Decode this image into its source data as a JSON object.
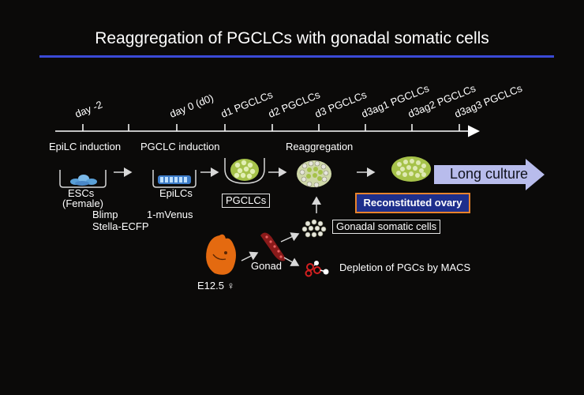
{
  "title": "Reaggregation of PGCLCs with gonadal somatic cells",
  "colors": {
    "rule": "#3a4ad6",
    "recon_box": "#1e2f8c",
    "recon_border": "#e8832c",
    "arrow": "#b8bcec",
    "embryo": "#e46a10",
    "red_cells": "#d42020"
  },
  "timeline": {
    "ticks": [
      "day -2",
      "day 0 (d0)",
      "d1 PGCLCs",
      "d2 PGCLCs",
      "d3 PGCLCs",
      "d3ag1 PGCLCs",
      "d3ag2 PGCLCs",
      "d3ag3 PGCLCs"
    ],
    "stage_labels": [
      "EpiLC induction",
      "PGCLC induction",
      "Reaggregation"
    ]
  },
  "cells": {
    "escs": "ESCs",
    "female": "(Female)",
    "epilcs": "EpiLCs",
    "pgclcs": "PGCLCs",
    "blimp": "Blimp",
    "mvenus": "1-mVenus",
    "stella": "Stella-ECFP"
  },
  "long_culture": "Long culture",
  "reconstituted": "Reconstituted ovary",
  "somatic": "Gonadal somatic cells",
  "gonad": "Gonad",
  "embryo": "E12.5 ♀",
  "depletion": "Depletion of PGCs by MACS"
}
